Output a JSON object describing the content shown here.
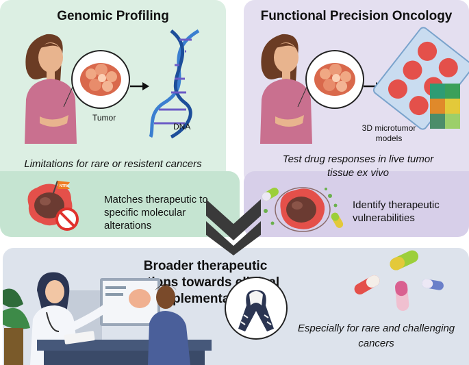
{
  "genomic": {
    "title": "Genomic Profiling",
    "tumor_label": "Tumor",
    "dna_label": "DNA",
    "limitation": "Limitations for rare or resistent cancers",
    "benefit": "Matches therapeutic to specific molecular alterations",
    "flag_text": "NTRK"
  },
  "functional": {
    "title": "Functional Precision Oncology",
    "model_label": "3D microtumor models",
    "description": "Test drug responses in live tumor tissue ex vivo",
    "benefit": "Identify therapeutic vulnerabilities"
  },
  "outcome": {
    "title": "Broader therapeutic options towards clinical implementation",
    "note": "Especially for rare and challenging cancers"
  },
  "colors": {
    "genomic_bg": "#dcefe3",
    "genomic_band": "#c5e4d1",
    "functional_bg": "#e4dff0",
    "functional_band": "#d7cfe9",
    "outcome_bg": "#dde3ec",
    "chevron": "#3a3a3a",
    "tumor": "#d9694c",
    "well_red": "#e4504a"
  }
}
